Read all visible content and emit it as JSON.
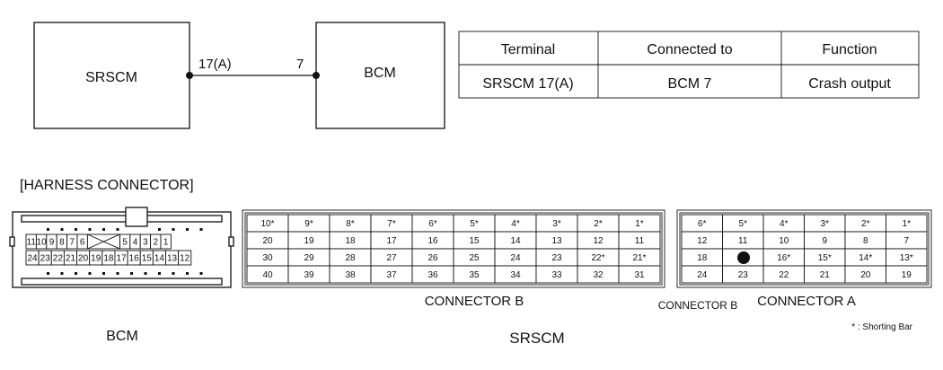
{
  "schematic": {
    "left_module": "SRSCM",
    "right_module": "BCM",
    "left_pin": "17(A)",
    "right_pin": "7"
  },
  "table": {
    "headers": [
      "Terminal",
      "Connected to",
      "Function"
    ],
    "rows": [
      [
        "SRSCM 17(A)",
        "BCM 7",
        "Crash output"
      ]
    ]
  },
  "harness_title": "[HARNESS CONNECTOR]",
  "bcm_connector": {
    "name": "BCM",
    "row1_left": [
      "11",
      "10",
      "9",
      "8",
      "7",
      "6"
    ],
    "row1_right": [
      "5",
      "4",
      "3",
      "2",
      "1"
    ],
    "row2": [
      "24",
      "23",
      "22",
      "21",
      "20",
      "19",
      "18",
      "17",
      "16",
      "15",
      "14",
      "13",
      "12"
    ]
  },
  "connector_b": {
    "label": "CONNECTOR B",
    "rows": [
      [
        "10*",
        "9*",
        "8*",
        "7*",
        "6*",
        "5*",
        "4*",
        "3*",
        "2*",
        "1*"
      ],
      [
        "20",
        "19",
        "18",
        "17",
        "16",
        "15",
        "14",
        "13",
        "12",
        "11"
      ],
      [
        "30",
        "29",
        "28",
        "27",
        "26",
        "25",
        "24",
        "23",
        "22*",
        "21*"
      ],
      [
        "40",
        "39",
        "38",
        "37",
        "36",
        "35",
        "34",
        "33",
        "32",
        "31"
      ]
    ]
  },
  "connector_a": {
    "label": "CONNECTOR A",
    "extra_label": "CONNECTOR B",
    "rows": [
      [
        "6*",
        "5*",
        "4*",
        "3*",
        "2*",
        "1*"
      ],
      [
        "12",
        "11",
        "10",
        "9",
        "8",
        "7"
      ],
      [
        "18",
        "",
        "16*",
        "15*",
        "14*",
        "13*"
      ],
      [
        "24",
        "23",
        "22",
        "21",
        "20",
        "19"
      ]
    ],
    "marked_pin": "17"
  },
  "srscm_label": "SRSCM",
  "shorting_note": "* : Shorting Bar"
}
